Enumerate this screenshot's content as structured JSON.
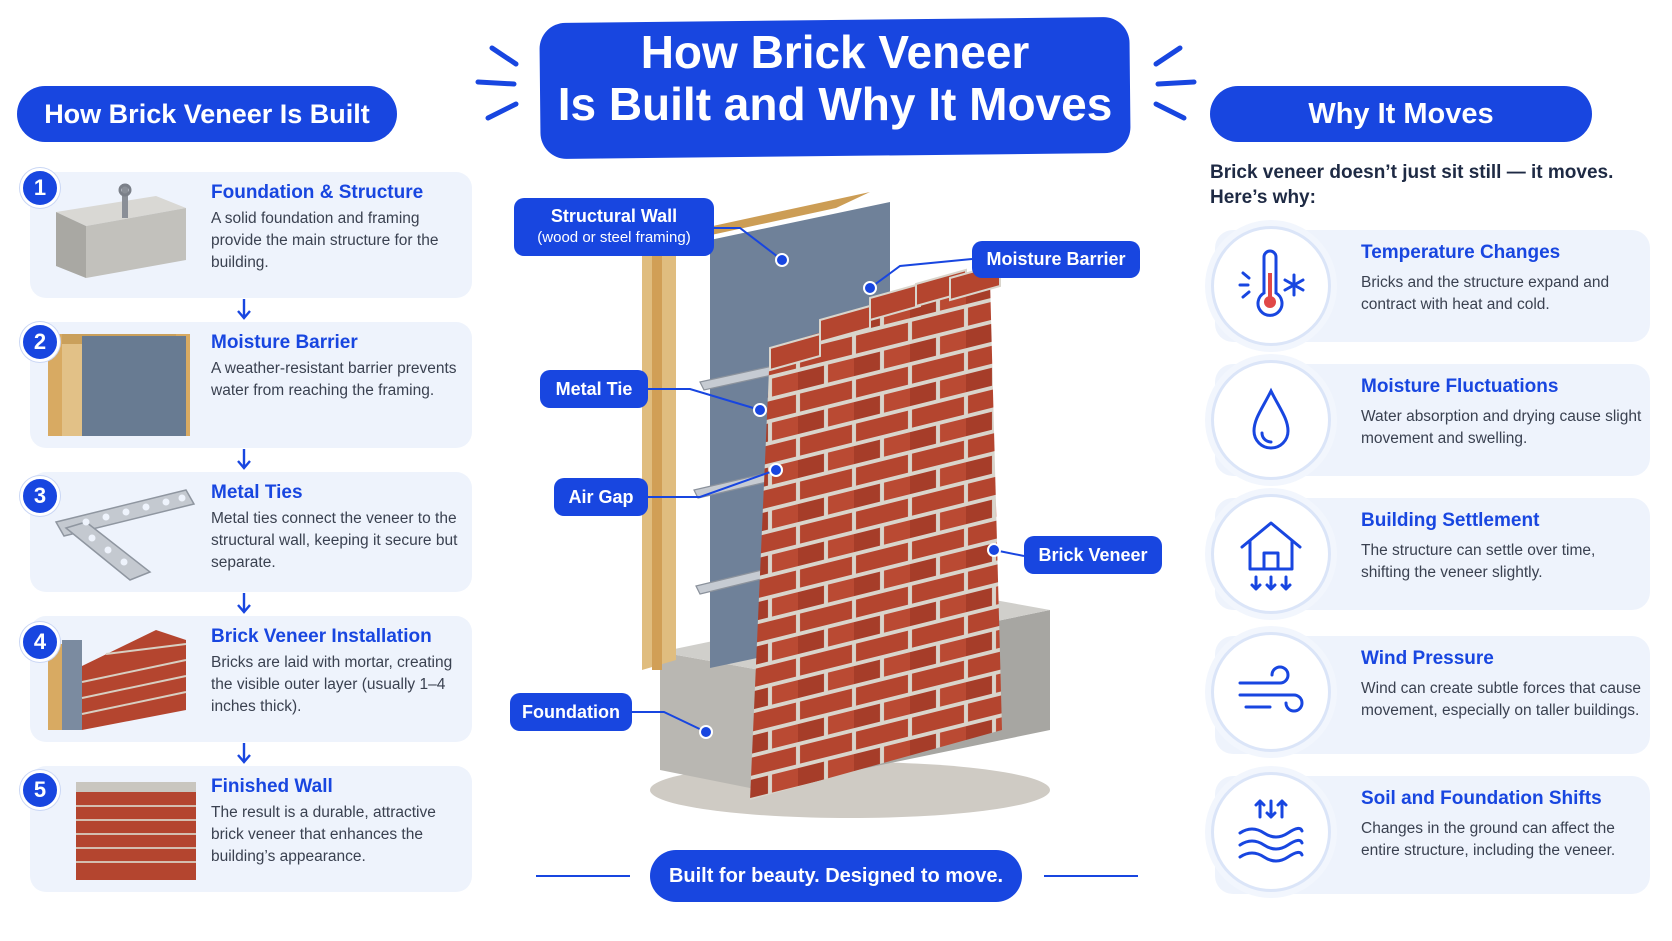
{
  "title": {
    "line1": "How Brick Veneer",
    "line2": "Is Built and Why It Moves"
  },
  "left": {
    "header": "How Brick Veneer Is Built",
    "steps": [
      {
        "num": "1",
        "title": "Foundation & Structure",
        "desc": "A solid foundation and framing provide the main structure for the building."
      },
      {
        "num": "2",
        "title": "Moisture Barrier",
        "desc": "A weather-resistant barrier prevents water from reaching the framing."
      },
      {
        "num": "3",
        "title": "Metal Ties",
        "desc": "Metal ties connect the veneer to the structural wall, keeping it secure but separate."
      },
      {
        "num": "4",
        "title": "Brick Veneer Installation",
        "desc": "Bricks are laid with mortar, creating the visible outer layer (usually 1–4 inches thick)."
      },
      {
        "num": "5",
        "title": "Finished Wall",
        "desc": "The result is a durable, attractive brick veneer that enhances the building’s appearance."
      }
    ]
  },
  "center": {
    "callouts": {
      "structural_wall": "Structural Wall",
      "structural_wall_sub": "(wood or steel framing)",
      "moisture_barrier": "Moisture Barrier",
      "metal_tie": "Metal Tie",
      "air_gap": "Air Gap",
      "brick_veneer": "Brick Veneer",
      "foundation": "Foundation"
    },
    "tagline": "Built for beauty. Designed to move."
  },
  "right": {
    "header": "Why It Moves",
    "intro_line1": "Brick veneer doesn’t just sit still — it moves.",
    "intro_line2": "Here’s why:",
    "reasons": [
      {
        "icon": "thermometer-snowflake-icon",
        "title": "Temperature Changes",
        "desc": "Bricks and the structure expand and contract with heat and cold."
      },
      {
        "icon": "water-drop-icon",
        "title": "Moisture Fluctuations",
        "desc": "Water absorption and drying cause slight movement and swelling."
      },
      {
        "icon": "house-settling-icon",
        "title": "Building Settlement",
        "desc": "The structure can settle over time, shifting the veneer slightly."
      },
      {
        "icon": "wind-icon",
        "title": "Wind Pressure",
        "desc": "Wind can create subtle forces that cause movement, especially on taller buildings."
      },
      {
        "icon": "ground-waves-icon",
        "title": "Soil and Foundation Shifts",
        "desc": "Changes in the ground can affect the entire structure, including the veneer."
      }
    ]
  },
  "colors": {
    "accent": "#1846e0",
    "panel": "#eef3fc",
    "brick": "#b4452f",
    "mortar": "#c9c6bf"
  }
}
